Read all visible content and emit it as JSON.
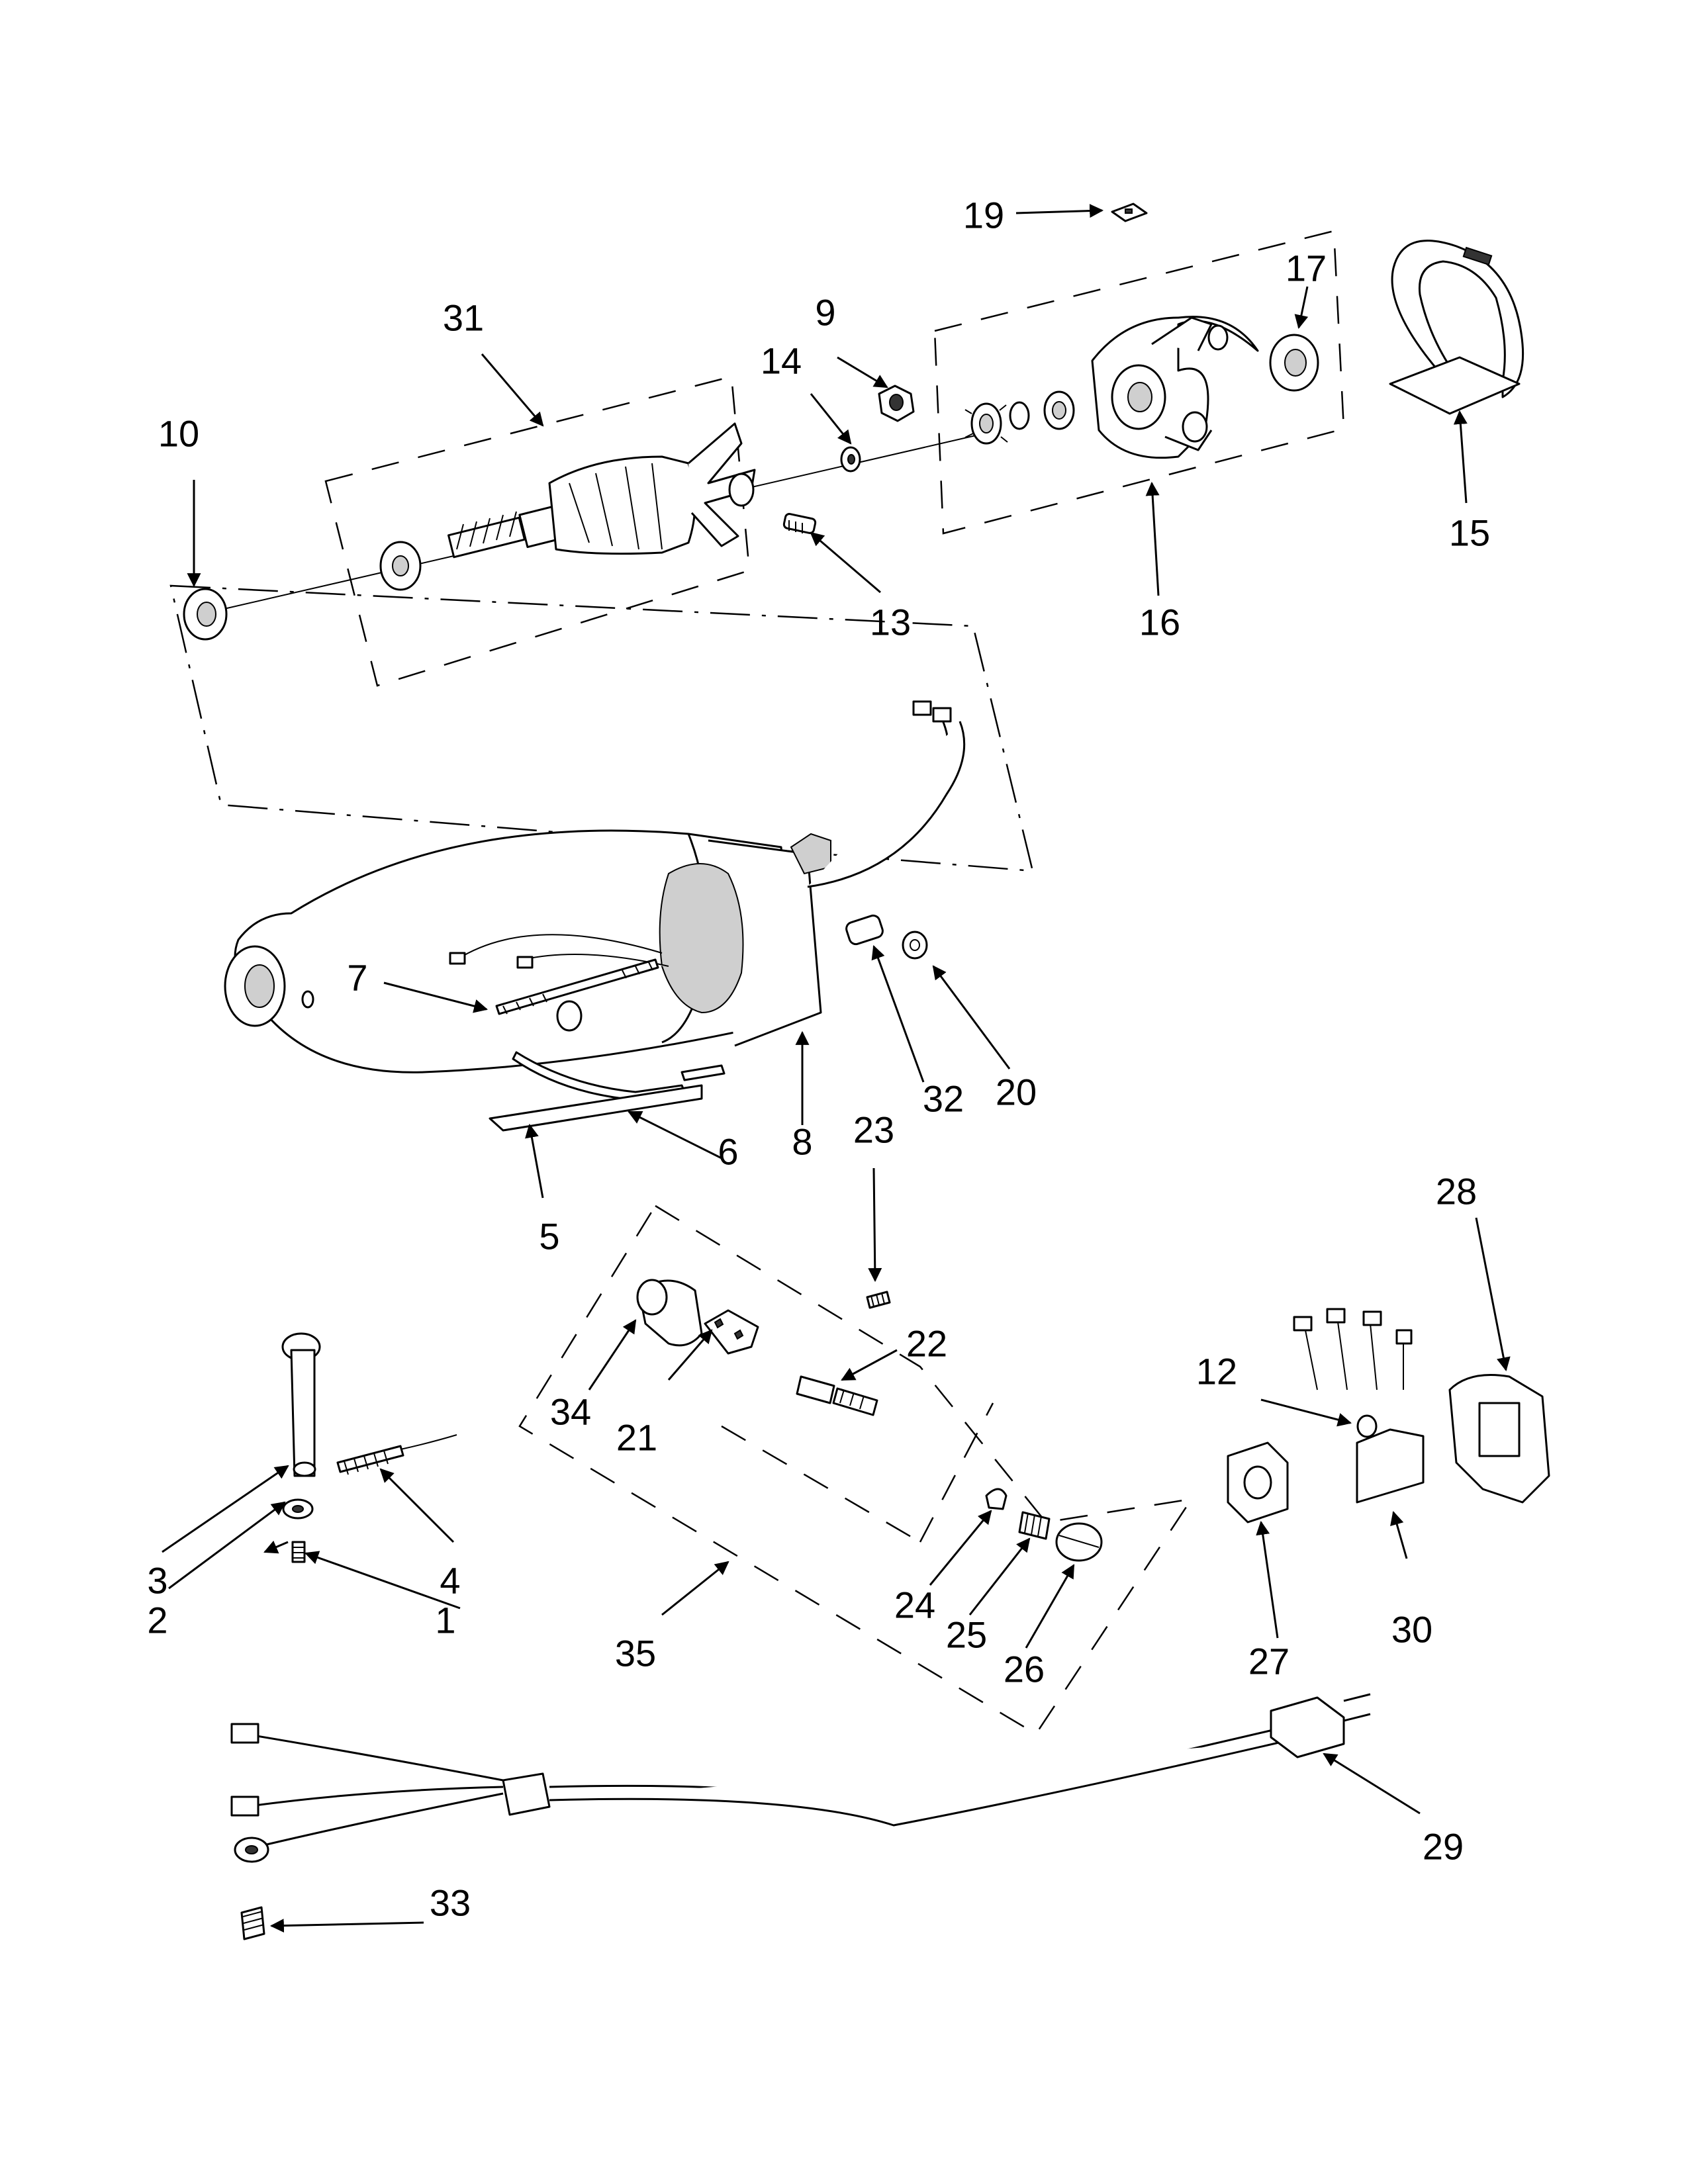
{
  "callouts": [
    {
      "id": "1",
      "label": "1"
    },
    {
      "id": "2",
      "label": "2"
    },
    {
      "id": "3",
      "label": "3"
    },
    {
      "id": "4",
      "label": "4"
    },
    {
      "id": "5",
      "label": "5"
    },
    {
      "id": "6",
      "label": "6"
    },
    {
      "id": "7",
      "label": "7"
    },
    {
      "id": "8",
      "label": "8"
    },
    {
      "id": "9",
      "label": "9"
    },
    {
      "id": "10",
      "label": "10"
    },
    {
      "id": "12",
      "label": "12"
    },
    {
      "id": "13",
      "label": "13"
    },
    {
      "id": "14",
      "label": "14"
    },
    {
      "id": "15",
      "label": "15"
    },
    {
      "id": "16",
      "label": "16"
    },
    {
      "id": "17",
      "label": "17"
    },
    {
      "id": "19",
      "label": "19"
    },
    {
      "id": "20",
      "label": "20"
    },
    {
      "id": "21",
      "label": "21"
    },
    {
      "id": "22",
      "label": "22"
    },
    {
      "id": "23",
      "label": "23"
    },
    {
      "id": "24",
      "label": "24"
    },
    {
      "id": "25",
      "label": "25"
    },
    {
      "id": "26",
      "label": "26"
    },
    {
      "id": "27",
      "label": "27"
    },
    {
      "id": "28",
      "label": "28"
    },
    {
      "id": "29",
      "label": "29"
    },
    {
      "id": "30",
      "label": "30"
    },
    {
      "id": "31",
      "label": "31"
    },
    {
      "id": "32",
      "label": "32"
    },
    {
      "id": "33",
      "label": "33"
    },
    {
      "id": "34",
      "label": "34"
    },
    {
      "id": "35",
      "label": "35"
    }
  ]
}
